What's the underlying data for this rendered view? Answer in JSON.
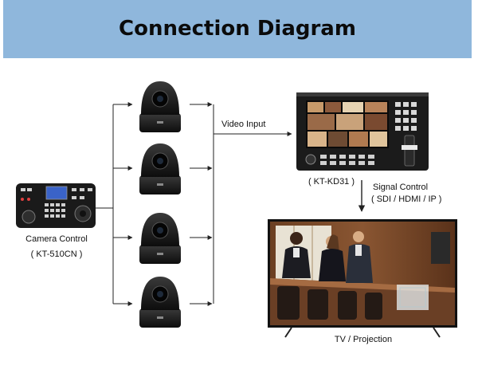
{
  "title": "Connection Diagram",
  "labels": {
    "video_input": "Video Input",
    "switcher_model": "( KT-KD31 )",
    "signal_control": "Signal Control",
    "signal_types": "( SDI / HDMI / IP )",
    "camera_control": "Camera Control",
    "controller_model": "( KT-510CN )",
    "tv_projection": "TV / Projection"
  },
  "colors": {
    "header_bg": "#8fb7dc",
    "line": "#222222",
    "device_dark": "#1a1a1a",
    "screen_blue": "#3a63c8"
  },
  "icons": [
    "ptz-camera-icon",
    "camera-controller-icon",
    "video-switcher-icon",
    "tv-display-icon"
  ]
}
